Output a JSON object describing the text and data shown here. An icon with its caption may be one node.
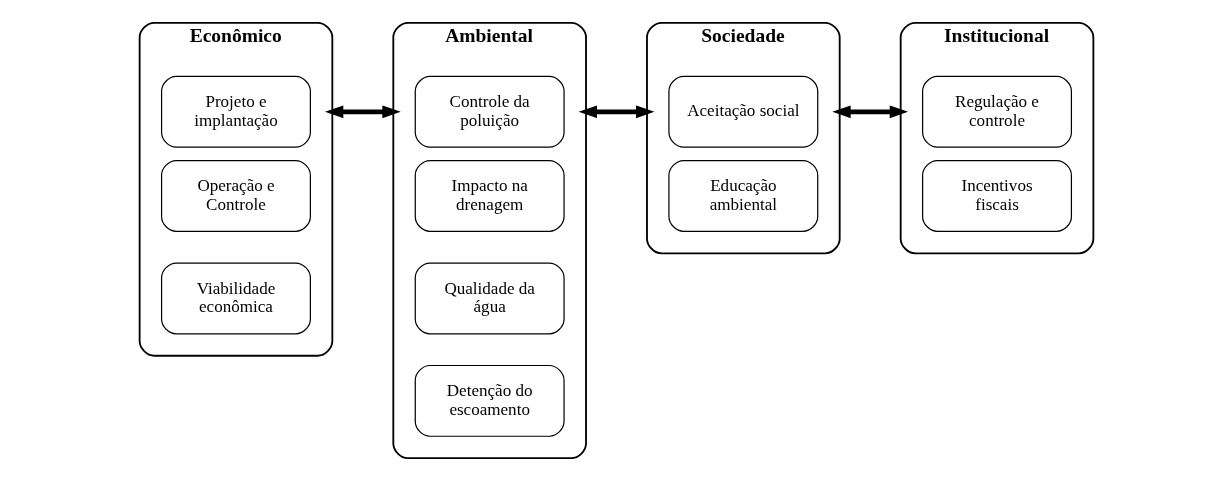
{
  "diagram": {
    "nodes": [
      {
        "text": [
          "Econômico"
        ]
      },
      {
        "text": [
          "Projeto e implantação"
        ],
        "in": 0
      },
      {
        "text": [
          "Operação e Controle"
        ],
        "in": 0
      },
      {
        "text": [
          "Viabilidade econômica"
        ],
        "in": 0
      },
      {
        "text": [
          "Ambiental"
        ]
      },
      {
        "text": [
          "Controle da poluição"
        ],
        "in": 4
      },
      {
        "text": [
          "Impacto na drenagem"
        ],
        "in": 4
      },
      {
        "text": [
          "Qualidade da água"
        ],
        "in": 4
      },
      {
        "text": [
          "Detenção do escoamento"
        ],
        "in": 4
      },
      {
        "text": [
          "Sociedade"
        ]
      },
      {
        "text": [
          "Aceitação social"
        ],
        "in": 9
      },
      {
        "text": [
          "Educação ambiental"
        ],
        "in": 9
      },
      {
        "text": [
          "Institucional"
        ]
      },
      {
        "text": [
          "Regulação e controle"
        ],
        "in": 12
      },
      {
        "text": [
          "Incentivos fiscais"
        ],
        "in": 12
      }
    ],
    "edges": [
      {
        "from": 0,
        "to": 4,
        "arrow": "both"
      },
      {
        "from": 4,
        "to": 9,
        "arrow": "both"
      },
      {
        "from": 9,
        "to": 12,
        "arrow": "both"
      }
    ]
  }
}
